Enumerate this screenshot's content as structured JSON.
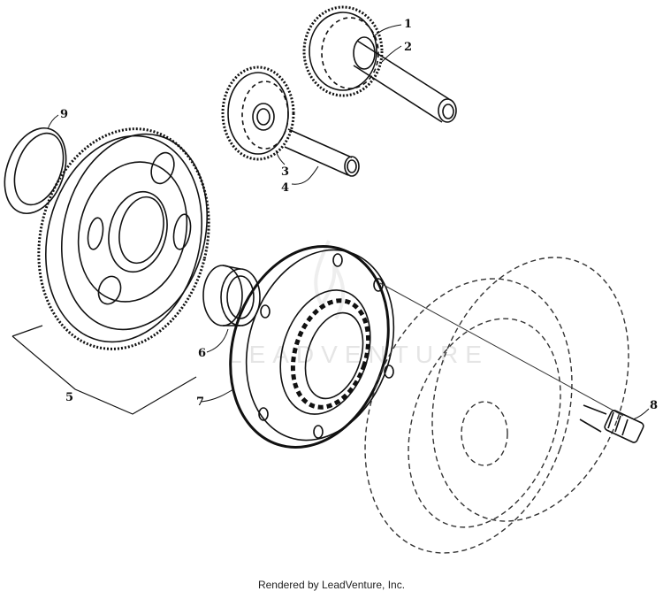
{
  "callouts": [
    {
      "id": "1",
      "label": "1"
    },
    {
      "id": "2",
      "label": "2"
    },
    {
      "id": "3",
      "label": "3"
    },
    {
      "id": "4",
      "label": "4"
    },
    {
      "id": "5",
      "label": "5"
    },
    {
      "id": "6",
      "label": "6"
    },
    {
      "id": "7",
      "label": "7"
    },
    {
      "id": "8",
      "label": "8"
    },
    {
      "id": "9",
      "label": "9"
    }
  ],
  "watermark": "LEADVENTURE",
  "footer": {
    "credit": "Rendered by LeadVenture, Inc."
  }
}
